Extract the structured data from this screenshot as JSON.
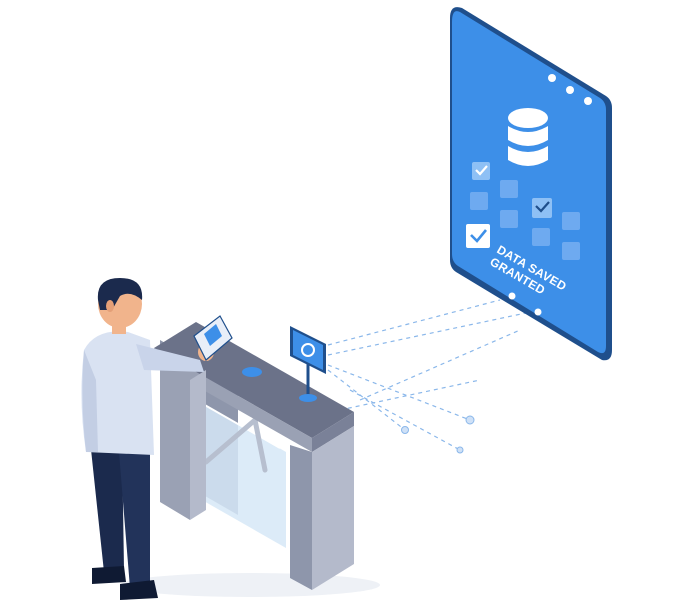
{
  "illustration": {
    "screen": {
      "status_line_1": "DATA SAVED",
      "status_line_2": "GRANTED"
    }
  },
  "colors": {
    "screen_blue": "#3d8fe8",
    "screen_frame": "#1f4f8c",
    "turnstile_body": "#9aa1b4",
    "turnstile_top": "#6b7289",
    "shirt": "#d9e2f2",
    "pants": "#1b2a4d",
    "hair": "#1b2a4d",
    "beam": "#4a8fe0"
  },
  "icons": [
    "database-icon",
    "checkbox-grid",
    "checkmark-icon",
    "face-scan-icon",
    "id-card"
  ]
}
